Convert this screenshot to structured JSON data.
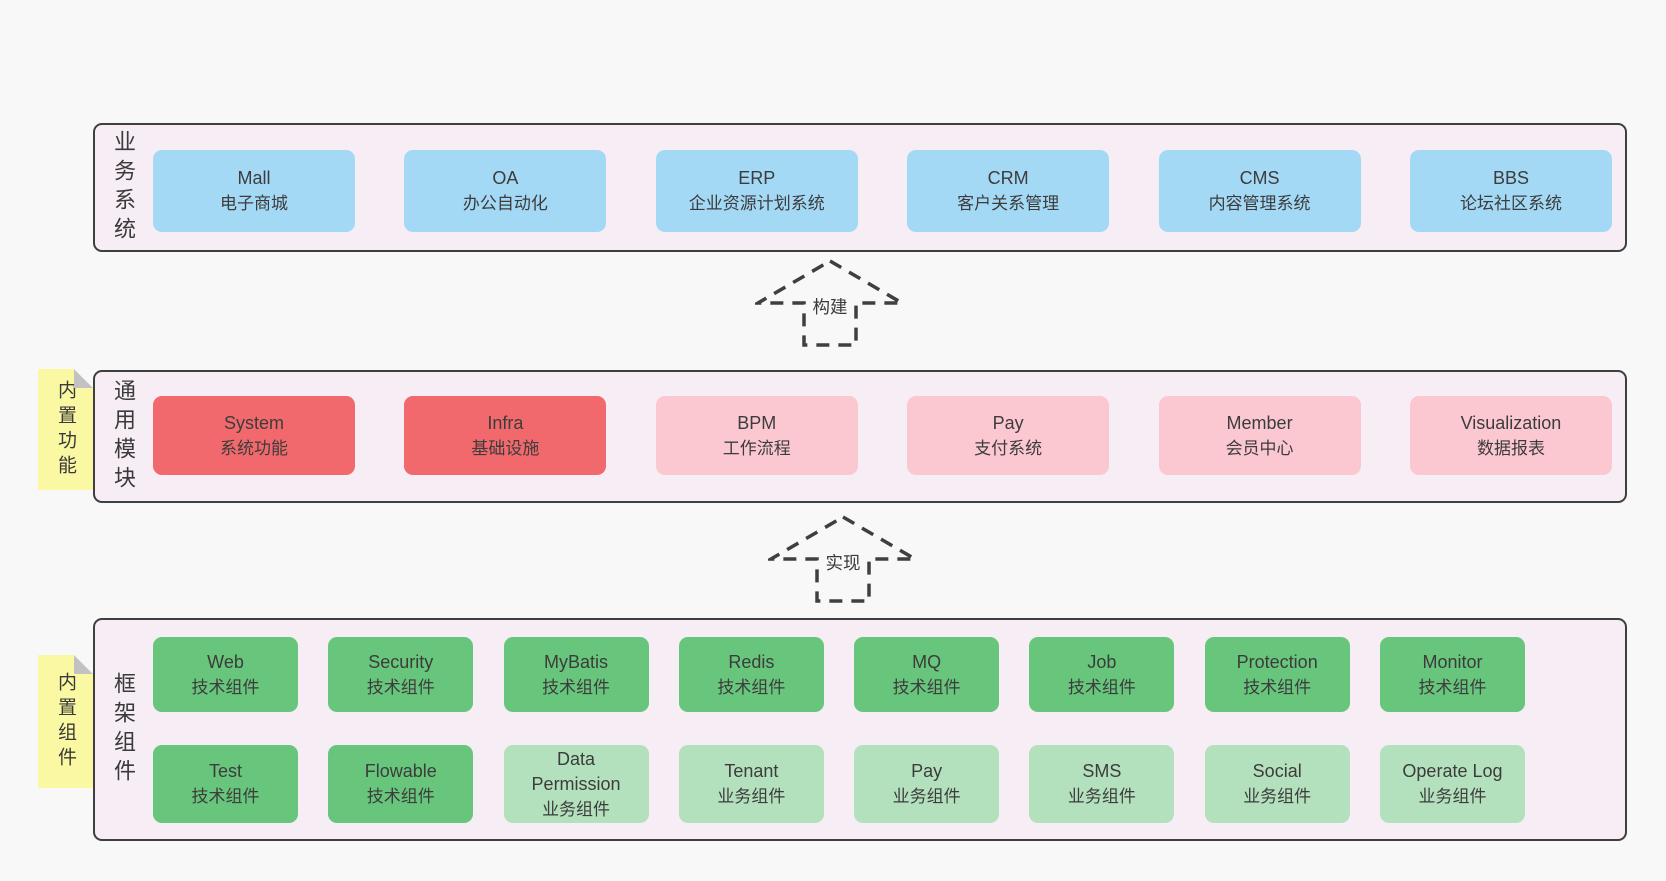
{
  "diagram": {
    "arrows": [
      {
        "label": "构建"
      },
      {
        "label": "实现"
      }
    ],
    "layers": [
      {
        "name": "business-systems",
        "side_label": "业务系统",
        "sticky": "",
        "rows": [
          [
            {
              "title": "Mall",
              "subtitle": "电子商城",
              "variant": "blue"
            },
            {
              "title": "OA",
              "subtitle": "办公自动化",
              "variant": "blue"
            },
            {
              "title": "ERP",
              "subtitle": "企业资源计划系统",
              "variant": "blue"
            },
            {
              "title": "CRM",
              "subtitle": "客户关系管理",
              "variant": "blue"
            },
            {
              "title": "CMS",
              "subtitle": "内容管理系统",
              "variant": "blue"
            },
            {
              "title": "BBS",
              "subtitle": "论坛社区系统",
              "variant": "blue"
            }
          ]
        ]
      },
      {
        "name": "common-modules",
        "side_label": "通用模块",
        "sticky": "内置功能",
        "rows": [
          [
            {
              "title": "System",
              "subtitle": "系统功能",
              "variant": "red"
            },
            {
              "title": "Infra",
              "subtitle": "基础设施",
              "variant": "red"
            },
            {
              "title": "BPM",
              "subtitle": "工作流程",
              "variant": "pink"
            },
            {
              "title": "Pay",
              "subtitle": "支付系统",
              "variant": "pink"
            },
            {
              "title": "Member",
              "subtitle": "会员中心",
              "variant": "pink"
            },
            {
              "title": "Visualization",
              "subtitle": "数据报表",
              "variant": "pink"
            }
          ]
        ]
      },
      {
        "name": "framework-components",
        "side_label": "框架组件",
        "sticky": "内置组件",
        "rows": [
          [
            {
              "title": "Web",
              "subtitle": "技术组件",
              "variant": "green"
            },
            {
              "title": "Security",
              "subtitle": "技术组件",
              "variant": "green"
            },
            {
              "title": "MyBatis",
              "subtitle": "技术组件",
              "variant": "green"
            },
            {
              "title": "Redis",
              "subtitle": "技术组件",
              "variant": "green"
            },
            {
              "title": "MQ",
              "subtitle": "技术组件",
              "variant": "green"
            },
            {
              "title": "Job",
              "subtitle": "技术组件",
              "variant": "green"
            },
            {
              "title": "Protection",
              "subtitle": "技术组件",
              "variant": "green"
            },
            {
              "title": "Monitor",
              "subtitle": "技术组件",
              "variant": "green"
            }
          ],
          [
            {
              "title": "Test",
              "subtitle": "技术组件",
              "variant": "green"
            },
            {
              "title": "Flowable",
              "subtitle": "技术组件",
              "variant": "green"
            },
            {
              "title": "Data Permission",
              "subtitle": "业务组件",
              "variant": "green-light"
            },
            {
              "title": "Tenant",
              "subtitle": "业务组件",
              "variant": "green-light"
            },
            {
              "title": "Pay",
              "subtitle": "业务组件",
              "variant": "green-light"
            },
            {
              "title": "SMS",
              "subtitle": "业务组件",
              "variant": "green-light"
            },
            {
              "title": "Social",
              "subtitle": "业务组件",
              "variant": "green-light"
            },
            {
              "title": "Operate Log",
              "subtitle": "业务组件",
              "variant": "green-light"
            }
          ]
        ]
      }
    ]
  },
  "colors": {
    "page_bg": "#f8f8f8",
    "layer_bg": "#f7edf5",
    "layer_border": "#3f3f3f",
    "box_blue": "#a4d9f5",
    "box_red": "#f1696c",
    "box_pink": "#fbc8d2",
    "box_green": "#68c57c",
    "box_green_light": "#b4e1bd",
    "sticky_yellow": "#fbf8a3",
    "sticky_fold_gray": "#c2c2c2",
    "text": "#3c3c3c"
  }
}
